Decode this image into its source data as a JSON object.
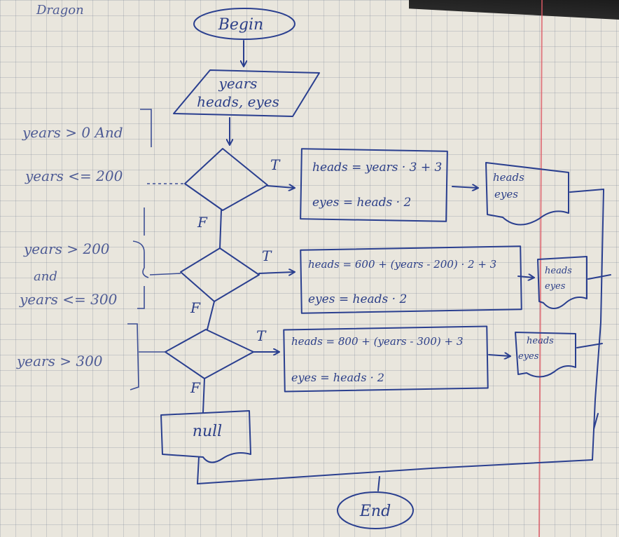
{
  "header_note": "Dragon",
  "start": "Begin",
  "end": "End",
  "input": {
    "line1": "years",
    "line2": "heads, eyes"
  },
  "conditions": {
    "c1": {
      "line1": "years > 0 And",
      "line2": "years <= 200"
    },
    "c2": {
      "line1": "years > 200",
      "line2": "and",
      "line3": "years <= 300"
    },
    "c3": {
      "line1": "years > 300"
    }
  },
  "branch_labels": {
    "true": "T",
    "false": "F"
  },
  "processes": {
    "p1": {
      "heads": "heads = years · 3 + 3",
      "eyes": "eyes = heads · 2"
    },
    "p2": {
      "heads": "heads = 600 + (years - 200) · 2 + 3",
      "eyes": "eyes = heads · 2"
    },
    "p3": {
      "heads": "heads = 800 + (years - 300) + 3",
      "eyes": "eyes = heads · 2"
    }
  },
  "outputs": {
    "o1": {
      "line1": "heads",
      "line2": "eyes"
    },
    "o2": {
      "line1": "heads",
      "line2": "eyes"
    },
    "o3": {
      "line1": "heads",
      "line2": "eyes"
    },
    "o4": {
      "line1": "null"
    }
  },
  "colors": {
    "ink": "#2a3f8f",
    "paper": "#e9e6dd",
    "grid": "#7882966",
    "margin": "#dc5a64"
  }
}
